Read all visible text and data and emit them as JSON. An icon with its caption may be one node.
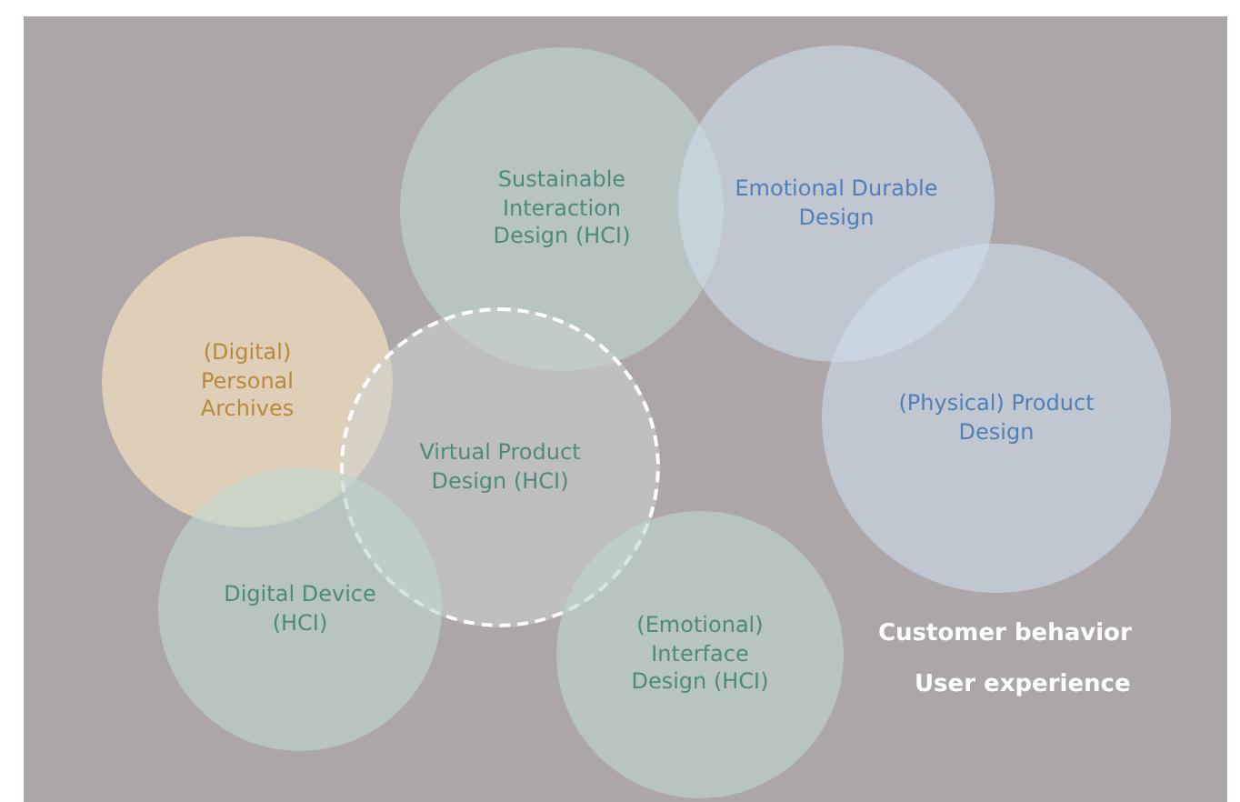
{
  "diagram": {
    "nodes": [
      {
        "text": [
          "Sustainable Interaction Design (HCI)"
        ]
      },
      {
        "text": [
          "Emotional Durable Design"
        ]
      },
      {
        "text": [
          "(Digital) Personal Archives"
        ]
      },
      {
        "text": [
          "(Physical) Product Design"
        ]
      },
      {
        "text": [
          "Virtual Product Design (HCI)"
        ]
      },
      {
        "text": [
          "Digital Device (HCI)"
        ]
      },
      {
        "text": [
          "(Emotional) Interface Design (HCI)"
        ]
      }
    ],
    "labels": [
      "Customer behavior",
      "User experience"
    ]
  }
}
